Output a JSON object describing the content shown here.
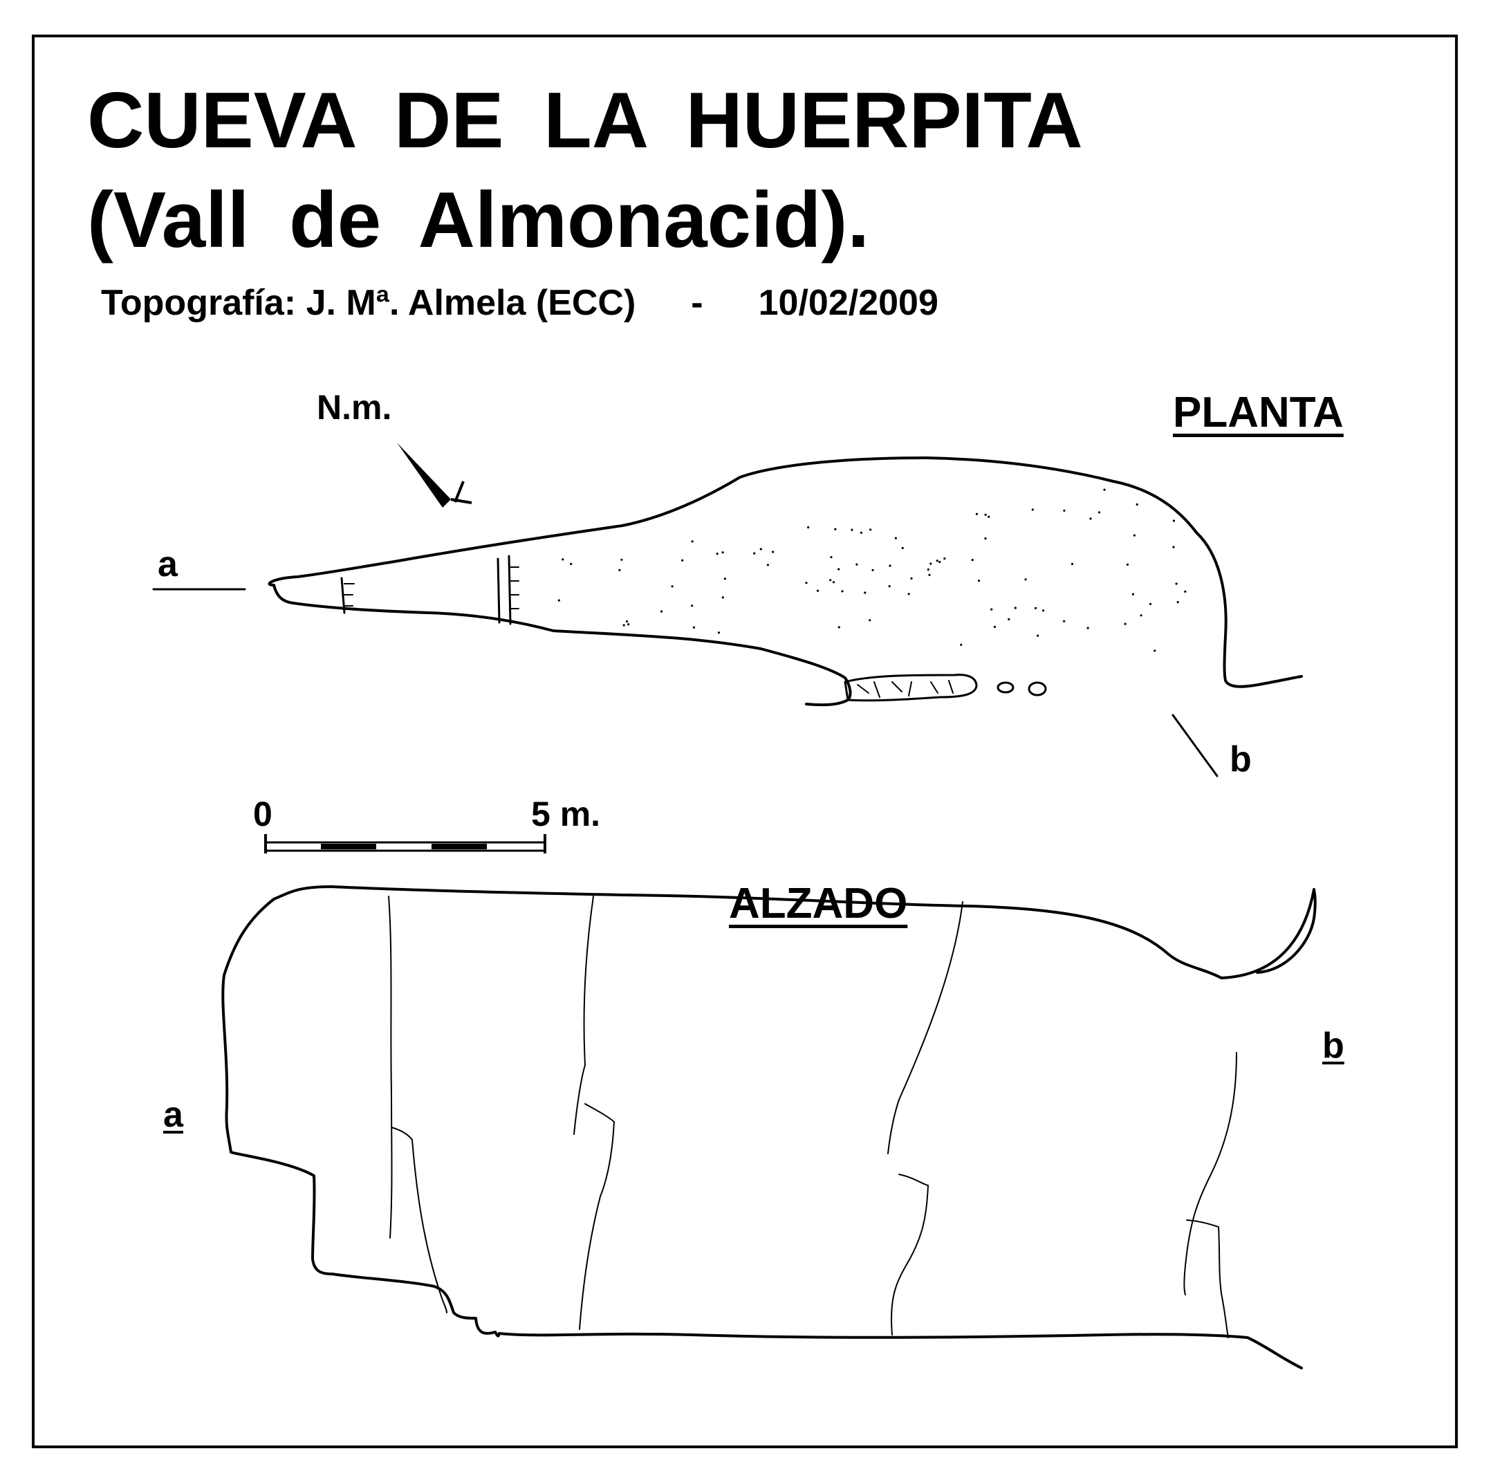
{
  "title": "CUEVA DE LA HUERPITA",
  "subtitle": "(Vall de Almonacid).",
  "credits": {
    "survey": "Topografía: J. Mª. Almela (ECC)",
    "separator": "-",
    "date": "10/02/2009"
  },
  "plan": {
    "heading": "PLANTA",
    "north_label": "N.m.",
    "section_start": "a",
    "section_end": "b"
  },
  "elevation": {
    "heading": "ALZADO",
    "section_start": "a",
    "section_end": "b"
  },
  "scale_bar": {
    "start_label": "0",
    "end_label": "5 m."
  }
}
